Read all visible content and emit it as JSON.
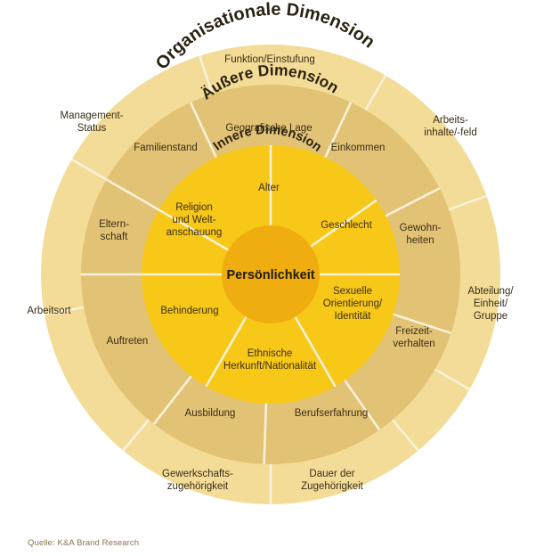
{
  "diagram": {
    "rings": {
      "outer": {
        "title": "Organisationale Dimension",
        "segments": [
          "Funktion/Einstufung",
          "Arbeits-\ninhalte/-feld",
          "Abteilung/\nEinheit/\nGruppe",
          "Dauer der\nZugehörigkeit",
          "Gewerkschafts-\nzugehörigkeit",
          "Arbeitsort",
          "Management-\nStatus"
        ]
      },
      "middle": {
        "title": "Äußere Dimension",
        "segments": [
          "Geografische Lage",
          "Einkommen",
          "Gewohn-\nheiten",
          "Freizeit-\nverhalten",
          "Berufserfahrung",
          "Ausbildung",
          "Auftreten",
          "Eltern-\nschaft",
          "Familienstand"
        ]
      },
      "inner": {
        "title": "Innere Dimension",
        "segments": [
          "Alter",
          "Geschlecht",
          "Sexuelle\nOrientierung/\nIdentität",
          "Ethnische\nHerkunft/Nationalität",
          "Behinderung",
          "Religion\nund Welt-\nanschauung"
        ]
      }
    },
    "core": "Persönlichkeit",
    "colors": {
      "outer": "#f3dc97",
      "middle": "#e2c274",
      "inner": "#f8c818",
      "core": "#f0ad10",
      "divider": "#fbf2dc"
    }
  },
  "caption": "Quelle:  K&A Brand Research"
}
